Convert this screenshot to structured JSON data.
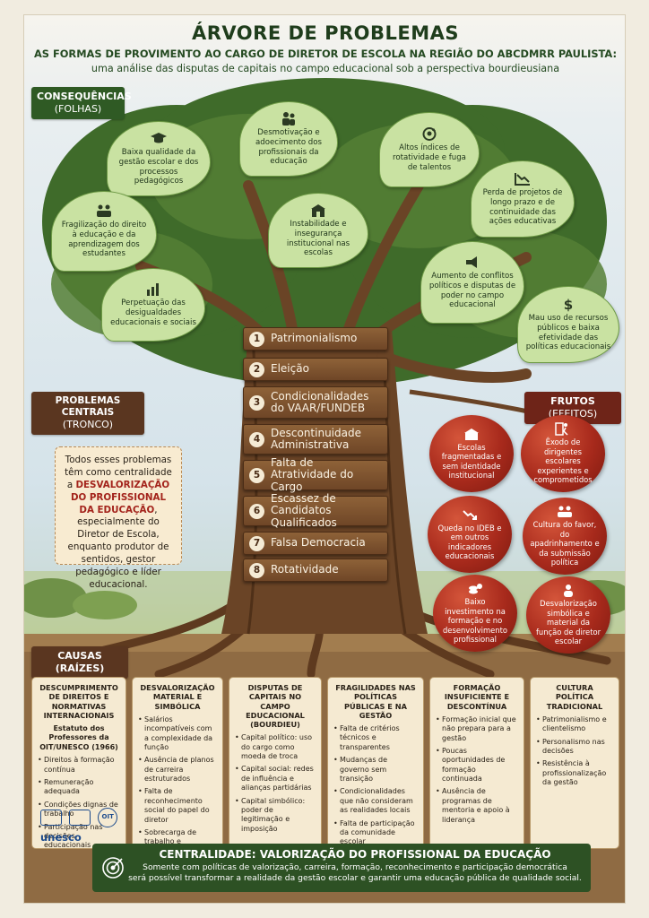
{
  "header": {
    "title": "ÁRVORE DE PROBLEMAS",
    "subtitle1": "AS FORMAS DE PROVIMENTO AO CARGO DE DIRETOR DE ESCOLA NA REGIÃO DO ABCDMRR PAULISTA:",
    "subtitle2": "uma análise das disputas de capitais no campo educacional sob a perspectiva bourdieusiana"
  },
  "sections": {
    "consequences": {
      "title": "CONSEQUÊNCIAS",
      "sub": "(FOLHAS)"
    },
    "problems": {
      "title": "PROBLEMAS CENTRAIS",
      "sub": "(TRONCO)"
    },
    "fruits": {
      "title": "FRUTOS",
      "sub": "(EFEITOS)"
    },
    "causes": {
      "title": "CAUSAS (RAÍZES)"
    }
  },
  "leaves": [
    {
      "text": "Baixa qualidade da gestão escolar e dos processos pedagógicos",
      "icon": "graduation-cap-icon"
    },
    {
      "text": "Desmotivação e adoecimento dos profissionais da educação",
      "icon": "people-icon"
    },
    {
      "text": "Altos índices de rotatividade e fuga de talentos",
      "icon": "rotation-icon"
    },
    {
      "text": "Fragilização do direito à educação e da aprendizagem dos estudantes",
      "icon": "students-icon"
    },
    {
      "text": "Instabilidade e insegurança institucional nas escolas",
      "icon": "school-building-icon"
    },
    {
      "text": "Perda de projetos de longo prazo e de continuidade das ações educativas",
      "icon": "chart-down-icon"
    },
    {
      "text": "Perpetuação das desigualdades educacionais e sociais",
      "icon": "bar-chart-icon"
    },
    {
      "text": "Aumento de conflitos políticos e disputas de poder no campo educacional",
      "icon": "megaphone-icon"
    },
    {
      "text": "Mau uso de recursos públicos e baixa efetividade das políticas educacionais",
      "icon": "dollar-icon"
    }
  ],
  "problems": [
    {
      "num": "1",
      "label": "Patrimonialismo"
    },
    {
      "num": "2",
      "label": "Eleição"
    },
    {
      "num": "3",
      "label": "Condicionalidades do VAAR/FUNDEB"
    },
    {
      "num": "4",
      "label": "Descontinuidade Administrativa"
    },
    {
      "num": "5",
      "label": "Falta de Atratividade do Cargo"
    },
    {
      "num": "6",
      "label": "Escassez de Candidatos Qualificados"
    },
    {
      "num": "7",
      "label": "Falsa Democracia"
    },
    {
      "num": "8",
      "label": "Rotatividade"
    }
  ],
  "note": {
    "part1": "Todos esses problemas têm como centralidade a ",
    "highlight": "DESVALORIZAÇÃO DO PROFISSIONAL DA EDUCAÇÃO",
    "part2": ", especialmente do Diretor de Escola, enquanto produtor de sentidos, gestor pedagógico e líder educacional."
  },
  "fruits": [
    {
      "text": "Escolas fragmentadas e sem identidade institucional",
      "icon": "school-icon"
    },
    {
      "text": "Êxodo de dirigentes escolares experientes e comprometidos",
      "icon": "exit-icon"
    },
    {
      "text": "Queda no IDEB e em outros indicadores educacionais",
      "icon": "trend-down-icon"
    },
    {
      "text": "Cultura do favor, do apadrinhamento e da submissão política",
      "icon": "group-icon"
    },
    {
      "text": "Baixo investimento na formação e no desenvolvimento profissional",
      "icon": "coins-icon"
    },
    {
      "text": "Desvalorização simbólica e material da função de diretor escolar",
      "icon": "person-icon"
    }
  ],
  "causes": [
    {
      "title": "DESCUMPRIMENTO DE DIREITOS E NORMATIVAS INTERNACIONAIS",
      "strong": "Estatuto dos Professores da OIT/UNESCO (1966)",
      "items": [
        "Direitos à formação contínua",
        "Remuneração adequada",
        "Condições dignas de trabalho",
        "Participação nas decisões educacionais"
      ],
      "logo_text": "unesco",
      "oit_text": "OIT"
    },
    {
      "title": "DESVALORIZAÇÃO MATERIAL E SIMBÓLICA",
      "items": [
        "Salários incompatíveis com a complexidade da função",
        "Ausência de planos de carreira estruturados",
        "Falta de reconhecimento social do papel do diretor",
        "Sobrecarga de trabalho e excessiva burocracia"
      ]
    },
    {
      "title": "DISPUTAS DE CAPITAIS NO CAMPO EDUCACIONAL (BOURDIEU)",
      "items": [
        "Capital político: uso do cargo como moeda de troca",
        "Capital social: redes de influência e alianças partidárias",
        "Capital simbólico: poder de legitimação e imposição"
      ]
    },
    {
      "title": "FRAGILIDADES NAS POLÍTICAS PÚBLICAS E NA GESTÃO",
      "items": [
        "Falta de critérios técnicos e transparentes",
        "Mudanças de governo sem transição",
        "Condicionalidades que não consideram as realidades locais",
        "Falta de participação da comunidade escolar"
      ]
    },
    {
      "title": "FORMAÇÃO INSUFICIENTE E DESCONTÍNUA",
      "items": [
        "Formação inicial que não prepara para a gestão",
        "Poucas oportunidades de formação continuada",
        "Ausência de programas de mentoria e apoio à liderança"
      ]
    },
    {
      "title": "CULTURA POLÍTICA TRADICIONAL",
      "items": [
        "Patrimonialismo e clientelismo",
        "Personalismo nas decisões",
        "Resistência à profissionalização da gestão"
      ]
    }
  ],
  "footer": {
    "title": "CENTRALIDADE: VALORIZAÇÃO DO PROFISSIONAL DA EDUCAÇÃO",
    "line1": "Somente com políticas de valorização, carreira, formação, reconhecimento e participação democrática",
    "line2": "será possível transformar a realidade da gestão escolar e garantir uma educação pública de qualidade social.",
    "icon": "target-icon"
  },
  "colors": {
    "dark_green": "#2f5a24",
    "leaf_green": "#c9e2a2",
    "trunk_brown": "#6f4627",
    "fruit_red": "#a82a1c",
    "highlight_red": "#a3231b"
  }
}
